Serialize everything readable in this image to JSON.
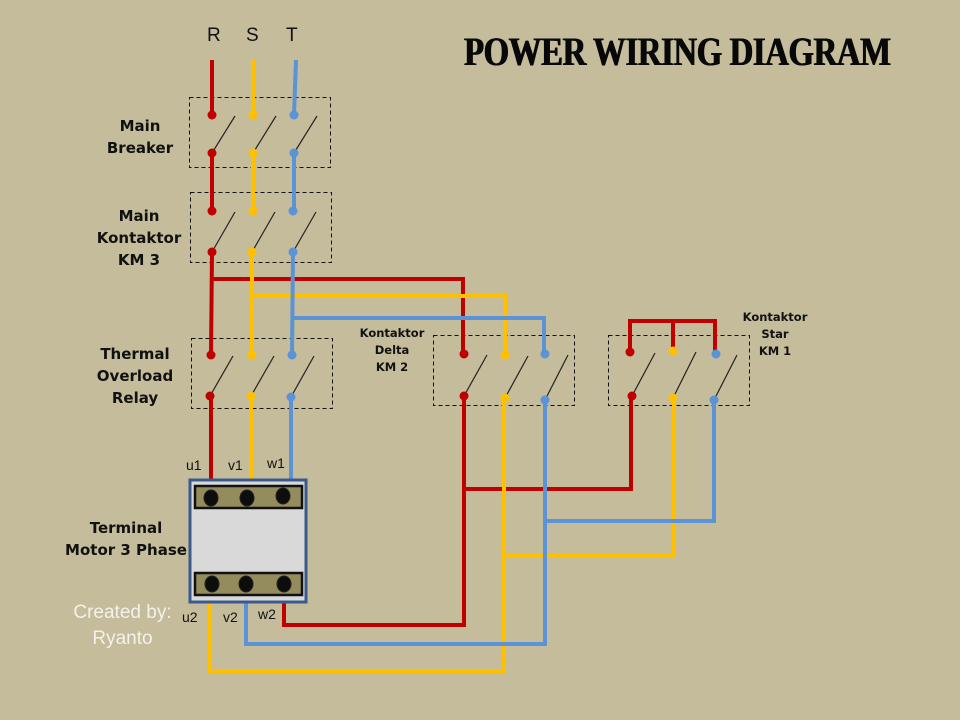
{
  "title": "POWER WIRING DIAGRAM",
  "phases": [
    {
      "label": "R",
      "color": "#c00000"
    },
    {
      "label": "S",
      "color": "#ffc000"
    },
    {
      "label": "T",
      "color": "#5b93d6"
    }
  ],
  "colors": {
    "background": "#c4bc9a",
    "red": "#c00000",
    "yellow": "#ffc000",
    "blue": "#5b93d6",
    "terminal_frame": "#3a5a8c",
    "terminal_fill": "#d9d9d9",
    "terminal_strip": "#948c5c"
  },
  "components": {
    "main_breaker": {
      "lines": [
        "Main",
        "Breaker"
      ]
    },
    "main_kontaktor": {
      "lines": [
        "Main",
        "Kontaktor",
        "KM 3"
      ]
    },
    "thermal_overload": {
      "lines": [
        "Thermal",
        "Overload",
        "Relay"
      ]
    },
    "kontaktor_delta": {
      "lines": [
        "Kontaktor",
        "Delta",
        "KM 2"
      ]
    },
    "kontaktor_star": {
      "lines": [
        "Kontaktor",
        "Star",
        "KM 1"
      ]
    },
    "terminal_motor": {
      "lines": [
        "Terminal",
        "Motor 3 Phase"
      ]
    }
  },
  "terminals": {
    "top": [
      "u1",
      "v1",
      "w1"
    ],
    "bottom": [
      "u2",
      "v2",
      "w2"
    ]
  },
  "credit": {
    "line1": "Created by:",
    "line2": "Ryanto"
  }
}
